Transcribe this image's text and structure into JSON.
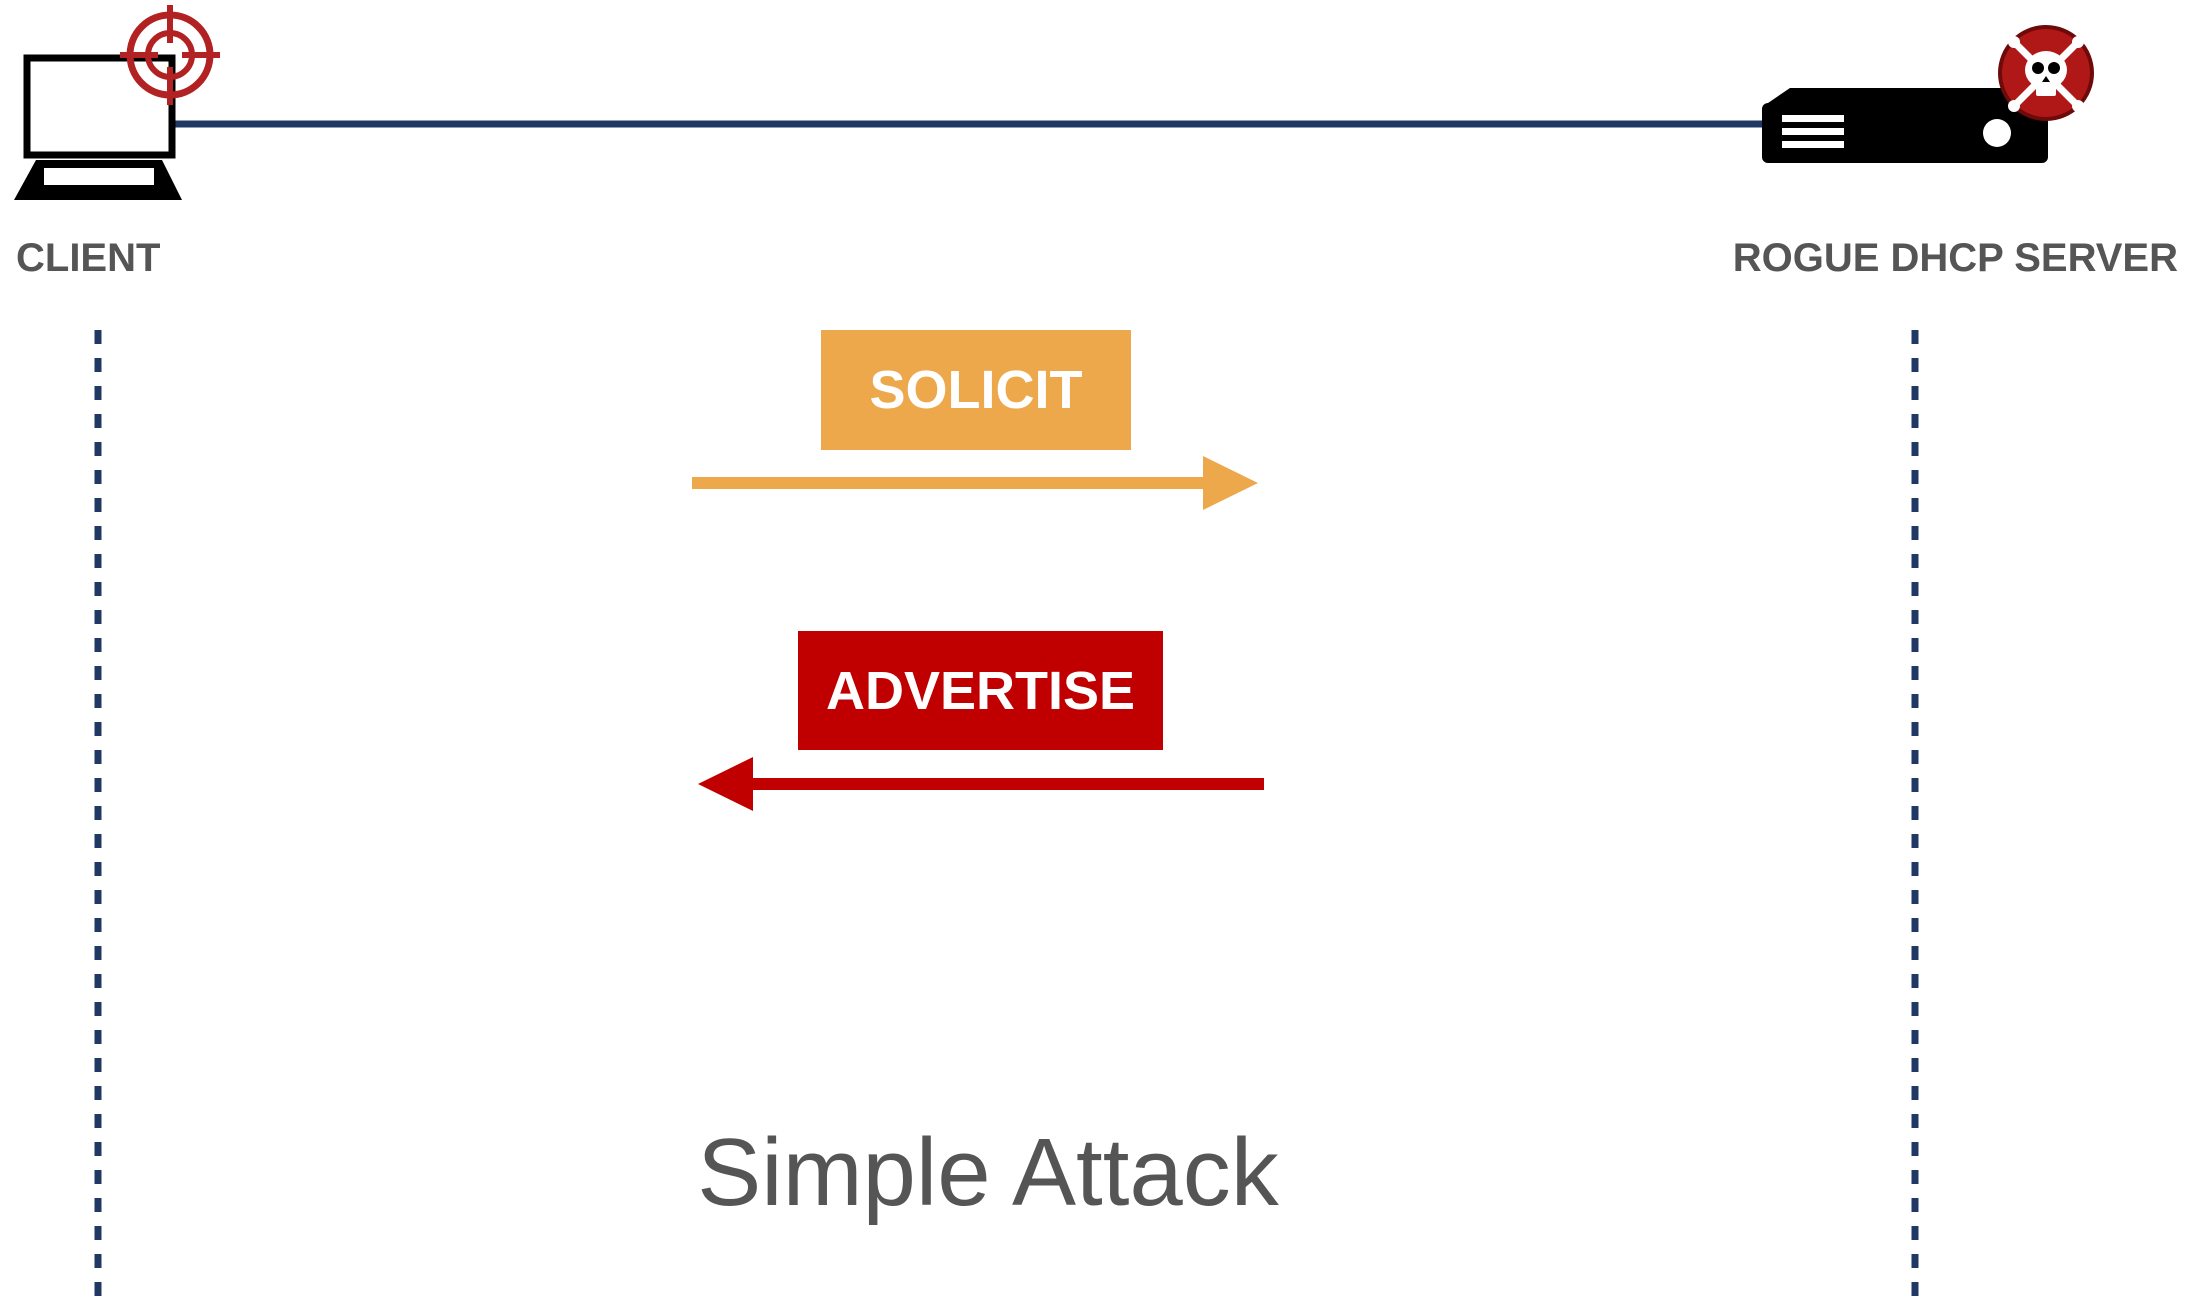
{
  "nodes": {
    "client": {
      "label": "CLIENT",
      "icon": "target-laptop-icon"
    },
    "server": {
      "label": "ROGUE DHCP SERVER",
      "icon": "skull-server-icon"
    }
  },
  "messages": [
    {
      "label": "SOLICIT",
      "direction": "client-to-server",
      "color": "#EDA84B"
    },
    {
      "label": "ADVERTISE",
      "direction": "server-to-client",
      "color": "#C00000"
    }
  ],
  "caption": "Simple Attack",
  "colors": {
    "link_line": "#1F3864",
    "lifeline": "#1F3864",
    "label_text": "#555555",
    "target": "#B22222",
    "device": "#000000"
  }
}
